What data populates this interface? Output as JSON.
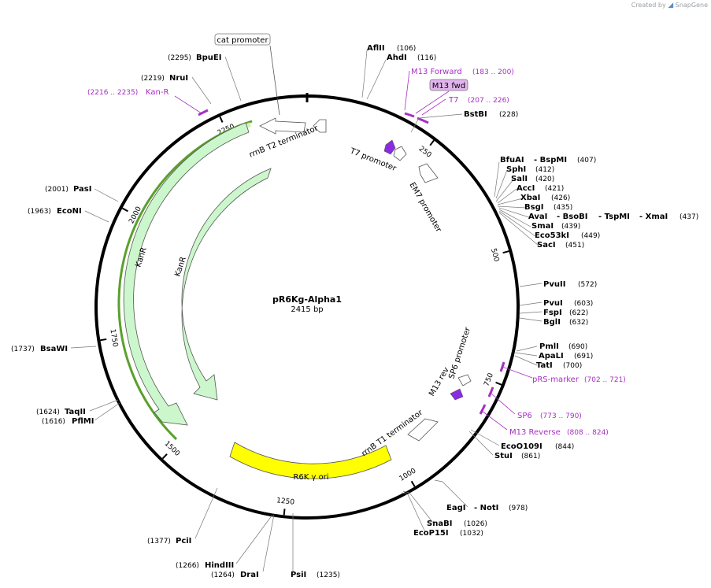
{
  "header": {
    "created_by": "Created by",
    "brand": "SnapGene"
  },
  "plasmid": {
    "name": "pR6Kg-Alpha1",
    "size_label": "2415 bp",
    "length": 2415
  },
  "ruler_ticks": [
    {
      "pos": 250,
      "label": "250"
    },
    {
      "pos": 500,
      "label": "500"
    },
    {
      "pos": 750,
      "label": "750"
    },
    {
      "pos": 1000,
      "label": "1000"
    },
    {
      "pos": 1250,
      "label": "1250"
    },
    {
      "pos": 1500,
      "label": "1500"
    },
    {
      "pos": 1750,
      "label": "1750"
    },
    {
      "pos": 2000,
      "label": "2000"
    },
    {
      "pos": 2250,
      "label": "2250"
    }
  ],
  "features": {
    "rrnB_T2": "rrnB T2 terminator",
    "T7_promoter": "T7 promoter",
    "EM7_promoter": "EM7 promoter",
    "SP6_promoter": "SP6 promoter",
    "M13_rev": "M13 rev",
    "rrnB_T1": "rrnB T1 terminator",
    "R6K_ori": "R6K γ ori",
    "KanR_outer": "KanR",
    "KanR_inner": "KanR",
    "cat_promoter": "cat promoter",
    "M13_fwd": "M13 fwd"
  },
  "sites": [
    {
      "name": "AflII",
      "pos": "(106)"
    },
    {
      "name": "AhdI",
      "pos": "(116)"
    },
    {
      "name": "BstBI",
      "pos": "(228)"
    },
    {
      "name": "BfuAI",
      "pos": ""
    },
    {
      "name": "- BspMI",
      "pos": "(407)"
    },
    {
      "name": "SphI",
      "pos": "(412)"
    },
    {
      "name": "SalI",
      "pos": "(420)"
    },
    {
      "name": "AccI",
      "pos": "(421)"
    },
    {
      "name": "XbaI",
      "pos": "(426)"
    },
    {
      "name": "BsgI",
      "pos": "(435)"
    },
    {
      "name": "AvaI",
      "pos": ""
    },
    {
      "name": "- BsoBI",
      "pos": ""
    },
    {
      "name": "- TspMI",
      "pos": ""
    },
    {
      "name": "- XmaI",
      "pos": "(437)"
    },
    {
      "name": "SmaI",
      "pos": "(439)"
    },
    {
      "name": "Eco53kI",
      "pos": "(449)"
    },
    {
      "name": "SacI",
      "pos": "(451)"
    },
    {
      "name": "PvuII",
      "pos": "(572)"
    },
    {
      "name": "PvuI",
      "pos": "(603)"
    },
    {
      "name": "FspI",
      "pos": "(622)"
    },
    {
      "name": "BglI",
      "pos": "(632)"
    },
    {
      "name": "PmlI",
      "pos": "(690)"
    },
    {
      "name": "ApaLI",
      "pos": "(691)"
    },
    {
      "name": "TatI",
      "pos": "(700)"
    },
    {
      "name": "EcoO109I",
      "pos": "(844)"
    },
    {
      "name": "StuI",
      "pos": "(861)"
    },
    {
      "name": "EagI",
      "pos": ""
    },
    {
      "name": "- NotI",
      "pos": "(978)"
    },
    {
      "name": "SnaBI",
      "pos": "(1026)"
    },
    {
      "name": "EcoP15I",
      "pos": "(1032)"
    },
    {
      "name": "PsiI",
      "pos": "(1235)"
    },
    {
      "name": "DraI",
      "pos": "(1264)"
    },
    {
      "name": "HindIII",
      "pos": "(1266)"
    },
    {
      "name": "PciI",
      "pos": "(1377)"
    },
    {
      "name": "PflMI",
      "pos": "(1616)"
    },
    {
      "name": "TaqII",
      "pos": "(1624)"
    },
    {
      "name": "BsaWI",
      "pos": "(1737)"
    },
    {
      "name": "EcoNI",
      "pos": "(1963)"
    },
    {
      "name": "PasI",
      "pos": "(2001)"
    },
    {
      "name": "NruI",
      "pos": "(2219)"
    },
    {
      "name": "BpuEI",
      "pos": "(2295)"
    }
  ],
  "primers": [
    {
      "name": "M13 Forward",
      "range": "(183 .. 200)"
    },
    {
      "name": "T7",
      "range": "(207 .. 226)"
    },
    {
      "name": "pRS-marker",
      "range": "(702 .. 721)"
    },
    {
      "name": "SP6",
      "range": "(773 .. 790)"
    },
    {
      "name": "M13 Reverse",
      "range": "(808 .. 824)"
    },
    {
      "name": "Kan-R",
      "range": "(2216 .. 2235)"
    }
  ],
  "colors": {
    "primer": "#a62fc4",
    "kanr_fill": "#ccf7cc",
    "ori_fill": "#ffff00",
    "kanr_highlight": "#5aa02c",
    "backbone": "#000000"
  }
}
